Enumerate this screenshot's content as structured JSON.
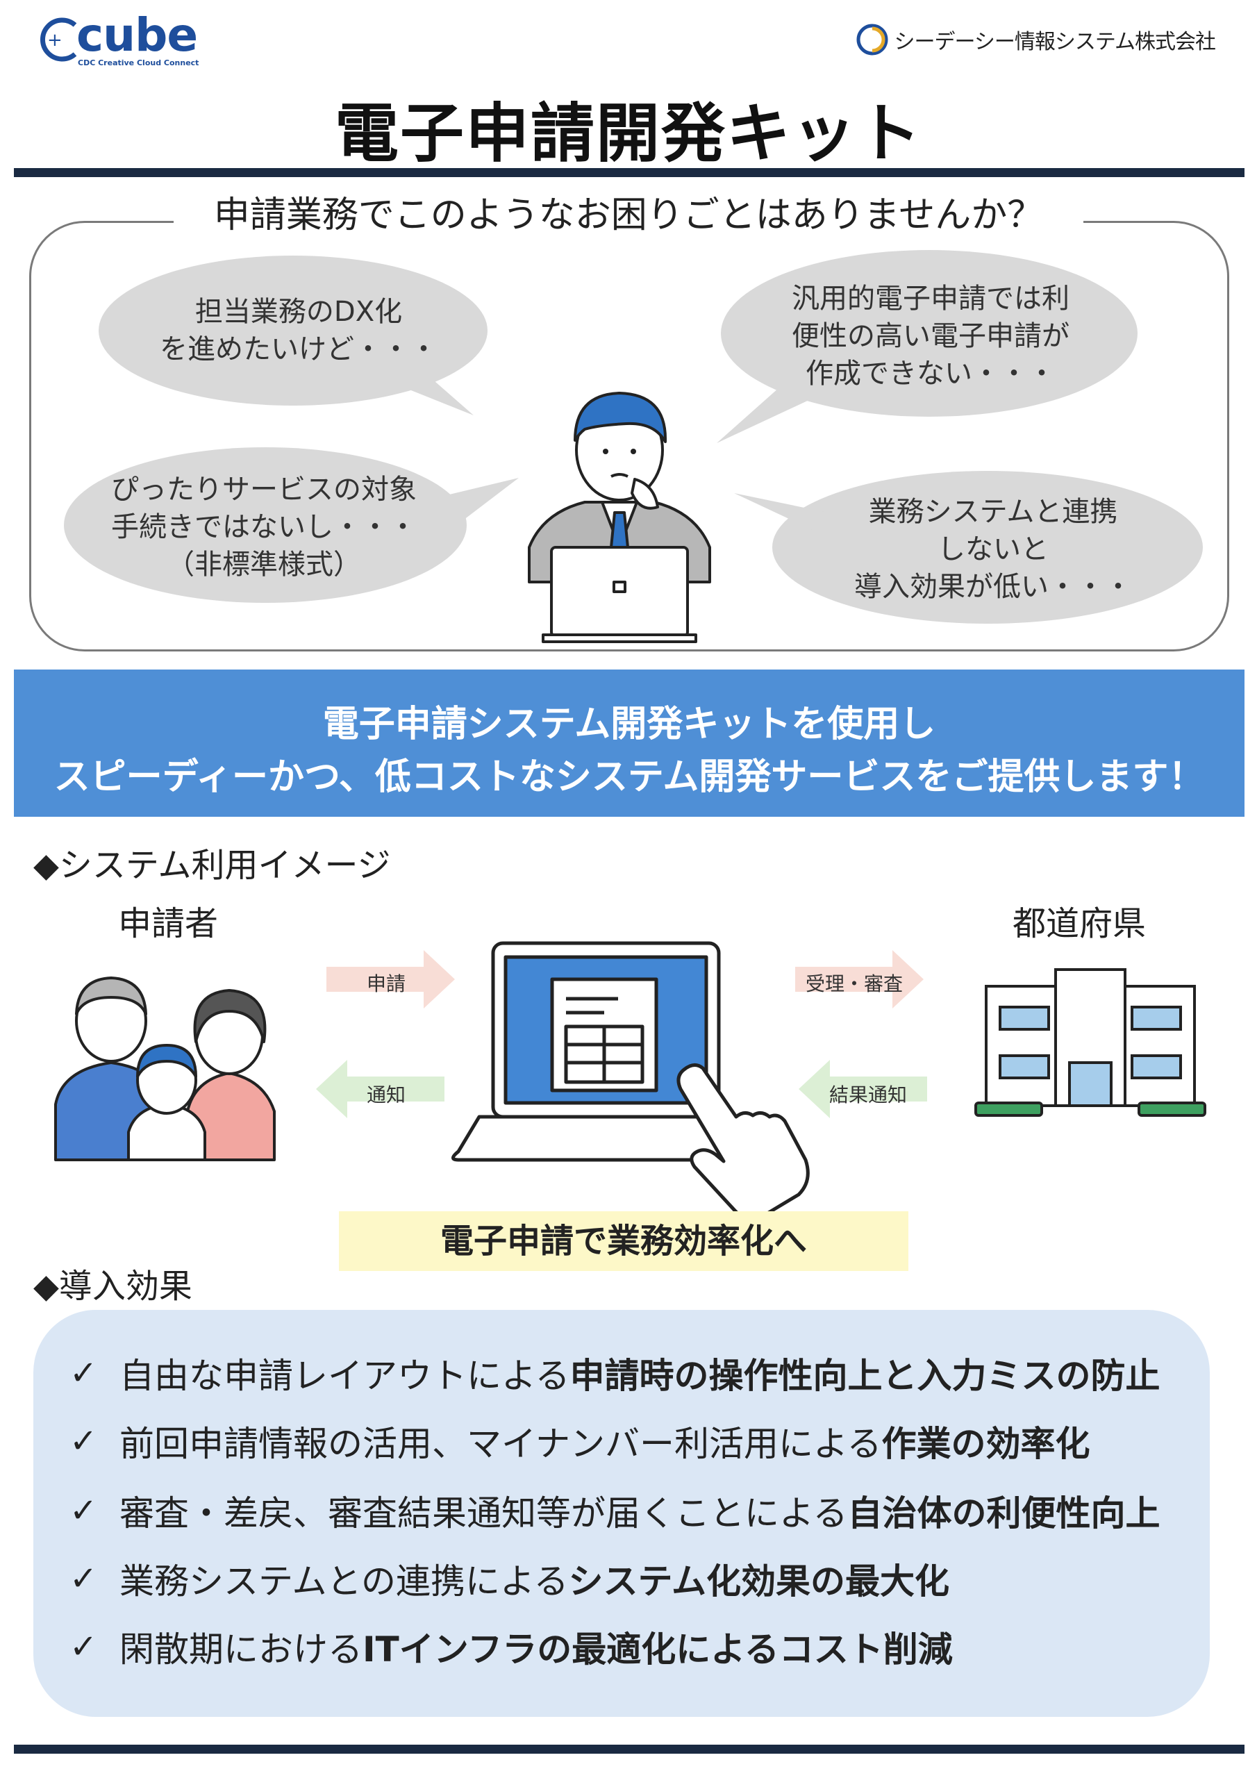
{
  "header": {
    "logo_text": "cube",
    "logo_tagline": "CDC Creative Cloud Connect",
    "company_name": "シーデーシー情報システム株式会社",
    "title": "電子申請開発キット"
  },
  "problems": {
    "heading": "申請業務でこのようなお困りごとはありませんか？",
    "bubbles": [
      "担当業務のDX化\nを進めたいけど・・・",
      "汎用的電子申請では利\n便性の高い電子申請が\n作成できない・・・",
      "ぴったりサービスの対象\n手続きではないし・・・\n（非標準様式）",
      "業務システムと連携\nしないと\n導入効果が低い・・・"
    ]
  },
  "banner": {
    "line1": "電子申請システム開発キットを使用し",
    "line2": "スピーディーかつ、低コストなシステム開発サービスをご提供します！"
  },
  "system_image": {
    "heading": "◆システム利用イメージ",
    "applicant_label": "申請者",
    "prefecture_label": "都道府県",
    "arrow_apply": "申請",
    "arrow_notify": "通知",
    "arrow_receive": "受理・審査",
    "arrow_result": "結果通知",
    "efficiency_caption": "電子申請で業務効率化へ"
  },
  "effects": {
    "heading": "◆導入効果",
    "items": [
      {
        "check": "✓",
        "normal": "自由な申請レイアウトによる",
        "bold": "申請時の操作性向上と入力ミスの防止",
        "tail": ""
      },
      {
        "check": "✓",
        "normal": "前回申請情報の活用、マイナンバー利活用による",
        "bold": "作業の効率化",
        "tail": ""
      },
      {
        "check": "✓",
        "normal": "審査・差戻、審査結果通知等が届くことによる",
        "bold": "自治体の利便性向上",
        "tail": ""
      },
      {
        "check": "✓",
        "normal": "業務システムとの連携による",
        "bold": "システム化効果の最大化",
        "tail": ""
      },
      {
        "check": "✓",
        "normal": "閑散期における",
        "bold": "ITインフラの最適化によるコスト削減",
        "tail": ""
      }
    ]
  },
  "colors": {
    "navy_rule": "#1a2a42",
    "banner_blue": "#4f8fd6",
    "effects_bg": "#dbe7f5",
    "yellow_caption": "#fdf8c8",
    "bubble_gray": "#d9d9d9"
  }
}
